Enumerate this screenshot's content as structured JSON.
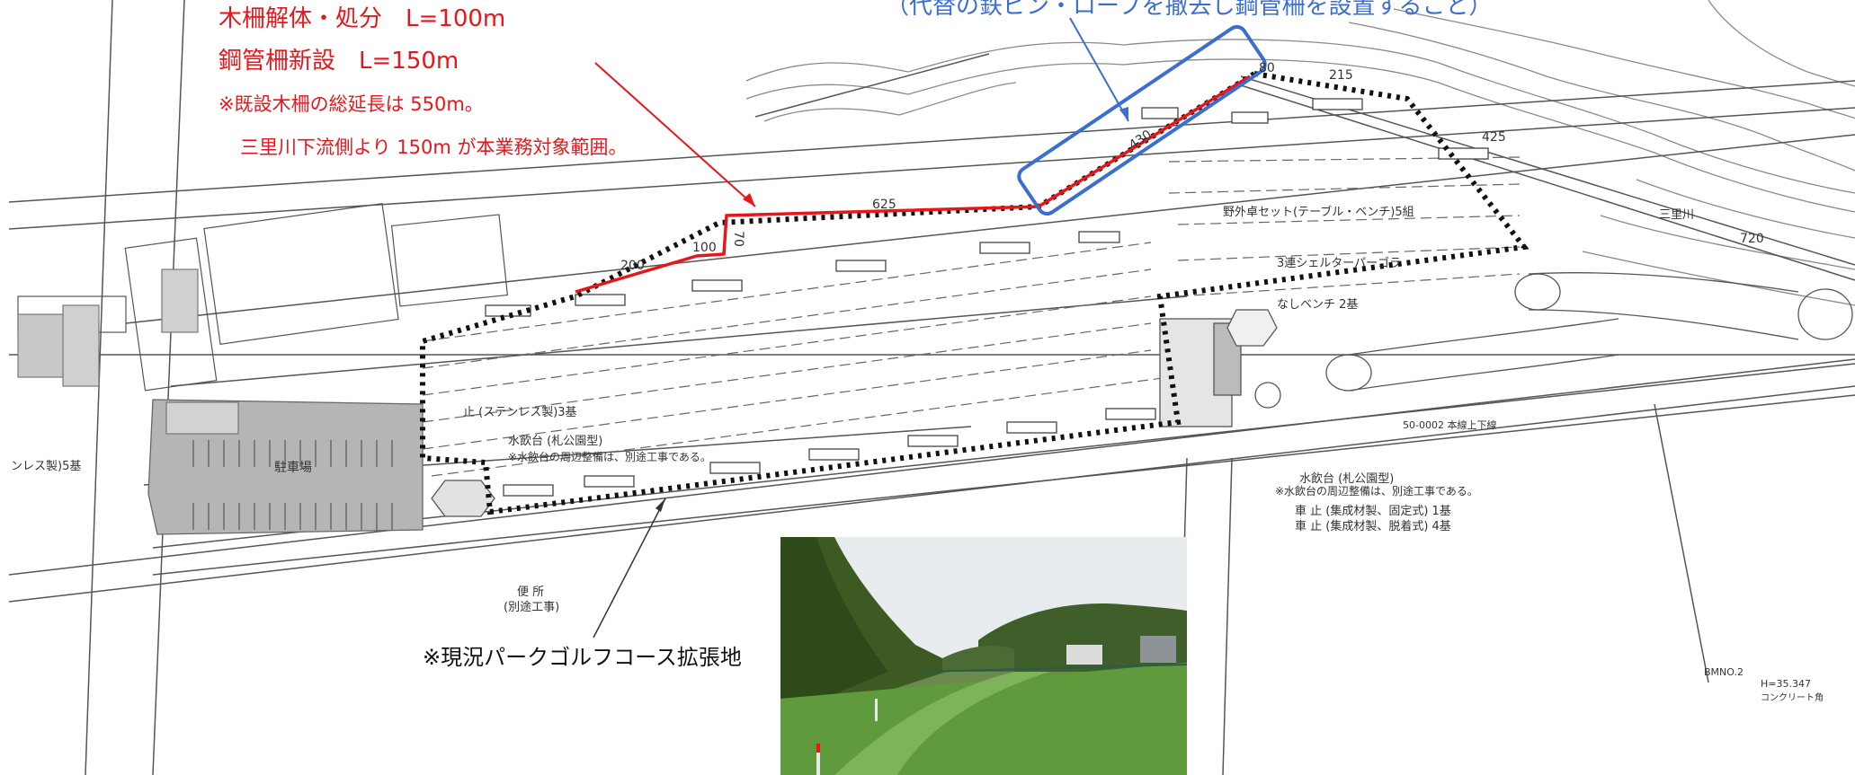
{
  "callouts": {
    "wood_fence": "木柵解体・処分　L=100m",
    "steel_fence": "鋼管柵新設　L=150m",
    "note_total": "※既設木柵の総延長は 550m。",
    "note_scope": "三里川下流側より 150m が本業務対象範囲。",
    "blue_note": "（代替の鉄ピン・ロープを撤去し鋼管柵を設置すること）",
    "photo_caption": "※現況パークゴルフコース拡張地"
  },
  "plan_labels": {
    "dim_625": "625",
    "dim_200": "200",
    "dim_100": "100",
    "dim_70": "70",
    "dim_80": "80",
    "dim_215": "215",
    "dim_425": "425",
    "dim_430": "430",
    "dim_720": "720",
    "picnic": "野外卓セット(テーブル・ベンチ)5組",
    "shelter": "3連シェルターパーゴラ",
    "bench": "なしベンチ 2基",
    "stainless_left": "ンレス製)5基",
    "stainless_mid": "止 (ステンレス製)3基",
    "fountain_left": "水飲台 (札公園型)",
    "fountain_note_left": "※水飲台の周辺整備は、別途工事である。",
    "fountain_right": "水飲台 (札公園型)",
    "fountain_note_right": "※水飲台の周辺整備は、別途工事である。",
    "bollard_fixed": "車 止 (集成材製、固定式) 1基",
    "bollard_removable": "車 止 (集成材製、脱着式) 4基",
    "parking": "駐車場",
    "toilet": "便 所",
    "toilet_note": "(別途工事)",
    "river": "三里川",
    "benchmark": "BMNO.2",
    "benchmark_h": "H=35.347",
    "benchmark_note": "コンクリート角",
    "road": "50-0002 本線上下線"
  },
  "colors": {
    "red": "#e8161b",
    "blue": "#3a6fcf",
    "line": "#444444"
  }
}
